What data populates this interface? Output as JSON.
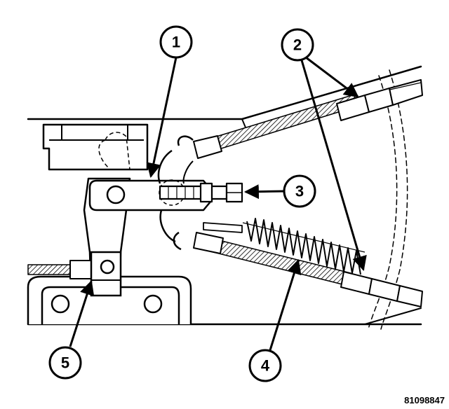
{
  "callouts": [
    {
      "id": "1",
      "label": "1"
    },
    {
      "id": "2",
      "label": "2"
    },
    {
      "id": "3",
      "label": "3"
    },
    {
      "id": "4",
      "label": "4"
    },
    {
      "id": "5",
      "label": "5"
    }
  ],
  "figure_id": "81098847",
  "colors": {
    "ink": "#000000",
    "paper": "#ffffff"
  }
}
